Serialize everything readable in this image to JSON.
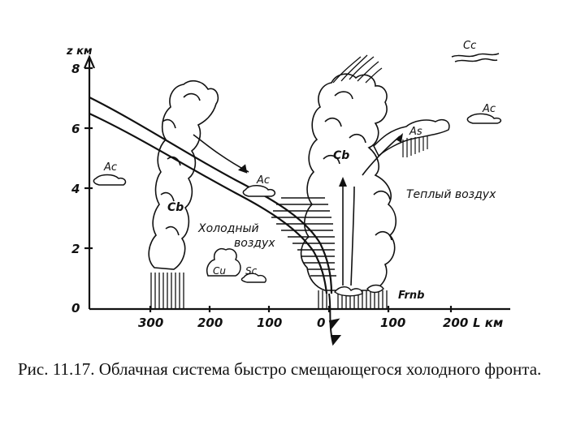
{
  "axes": {
    "z_label": "z км",
    "l_label": "L км",
    "y_ticks": [
      "8",
      "6",
      "4",
      "2",
      "0"
    ],
    "x_ticks": [
      "300",
      "200",
      "100",
      "0",
      "100",
      "200"
    ]
  },
  "labels": {
    "cc": "Cc",
    "ac_upper_right": "Ac",
    "ac_left": "Ac",
    "ac_middle": "Ac",
    "as": "As",
    "cb_warm": "Cb",
    "cb_cold": "Cb",
    "warm_air": "Теплый воздух",
    "cold_air_1": "Холодный",
    "cold_air_2": "воздух",
    "cu": "Cu",
    "sc": "Sc",
    "frnb": "Frnb"
  },
  "caption": "Рис. 11.17. Облачная система быстро смещающегося холодного фронта."
}
